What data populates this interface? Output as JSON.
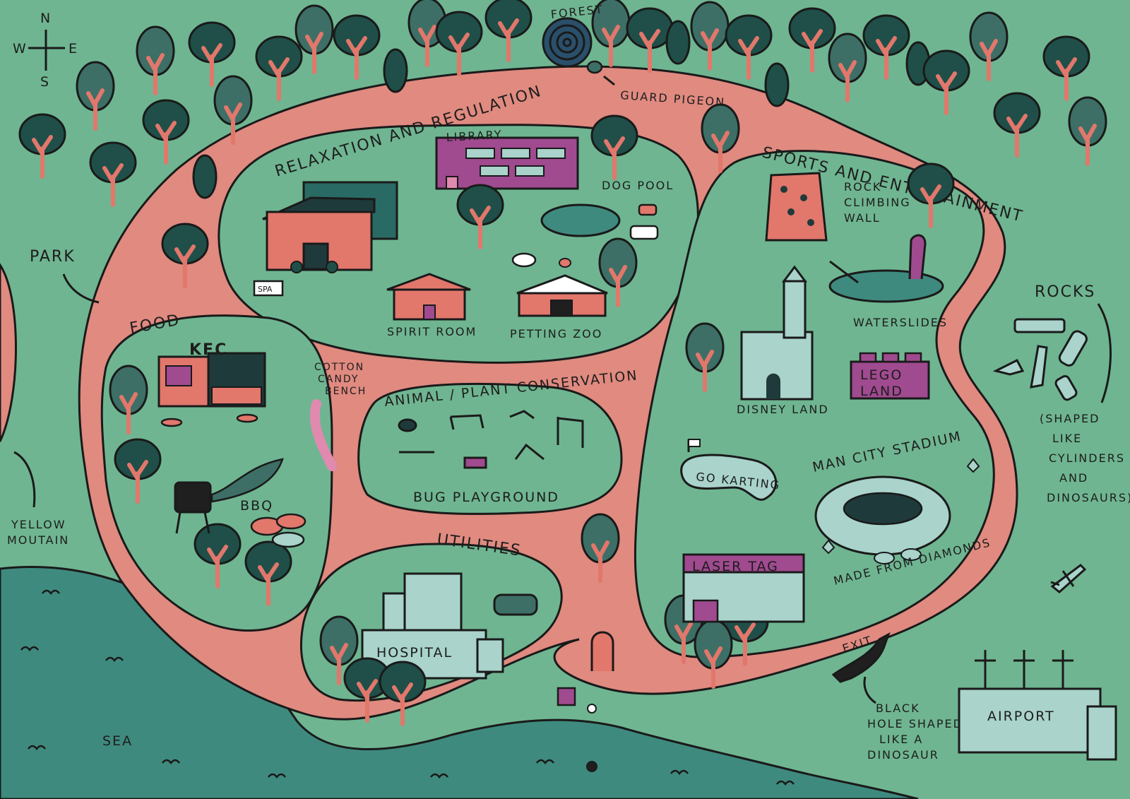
{
  "compass": {
    "n": "N",
    "s": "S",
    "e": "E",
    "w": "W"
  },
  "colors": {
    "grass": "#6fb591",
    "path": "#e08a80",
    "sea": "#3f8a7e",
    "tree_dark": "#1f4f48",
    "tree_mid": "#3d6f66",
    "trunk": "#e2776c",
    "purple": "#a04a90",
    "building_blue": "#a9d3cb"
  },
  "zones": {
    "relaxation": "RELAXATION AND REGULATION",
    "sports": "SPORTS AND ENTERTAINMENT",
    "food": "FOOD",
    "conservation": "ANIMAL / PLANT CONSERVATION",
    "utilities": "UTILITIES"
  },
  "places": {
    "forest": "FOREST",
    "guard_pigeon": "GUARD PIGEON",
    "library": "LIBRARY",
    "dog_pool": "DOG POOL",
    "spa": "SPA",
    "spirit_room": "SPIRIT ROOM",
    "petting_zoo": "PETTING ZOO",
    "kfc": "KFC",
    "cotton_candy": [
      "COTTON",
      "CANDY",
      "BENCH"
    ],
    "bbq": "BBQ",
    "bug_playground": "BUG PLAYGROUND",
    "hospital": "HOSPITAL",
    "rock_climbing": [
      "ROCK",
      "CLIMBING",
      "WALL"
    ],
    "waterslides": "WATERSLIDES",
    "disney_land": "DISNEY LAND",
    "lego_land": [
      "LEGO",
      "LAND"
    ],
    "man_city": "MAN CITY STADIUM",
    "diamonds": "MADE FROM DIAMONDS",
    "go_karting": "GO KARTING",
    "laser_tag": "LASER TAG",
    "exit": "EXIT",
    "black_hole": [
      "BLACK",
      "HOLE SHAPED",
      "LIKE A",
      "DINOSAUR"
    ],
    "park": "PARK",
    "yellow_mountain": [
      "YELLOW",
      "MOUTAIN"
    ],
    "rocks": "ROCKS",
    "rocks_note": [
      "(SHAPED",
      "LIKE",
      "CYLINDERS",
      "AND",
      "DINOSAURS)"
    ],
    "sea": "SEA",
    "airport": "AIRPORT"
  }
}
